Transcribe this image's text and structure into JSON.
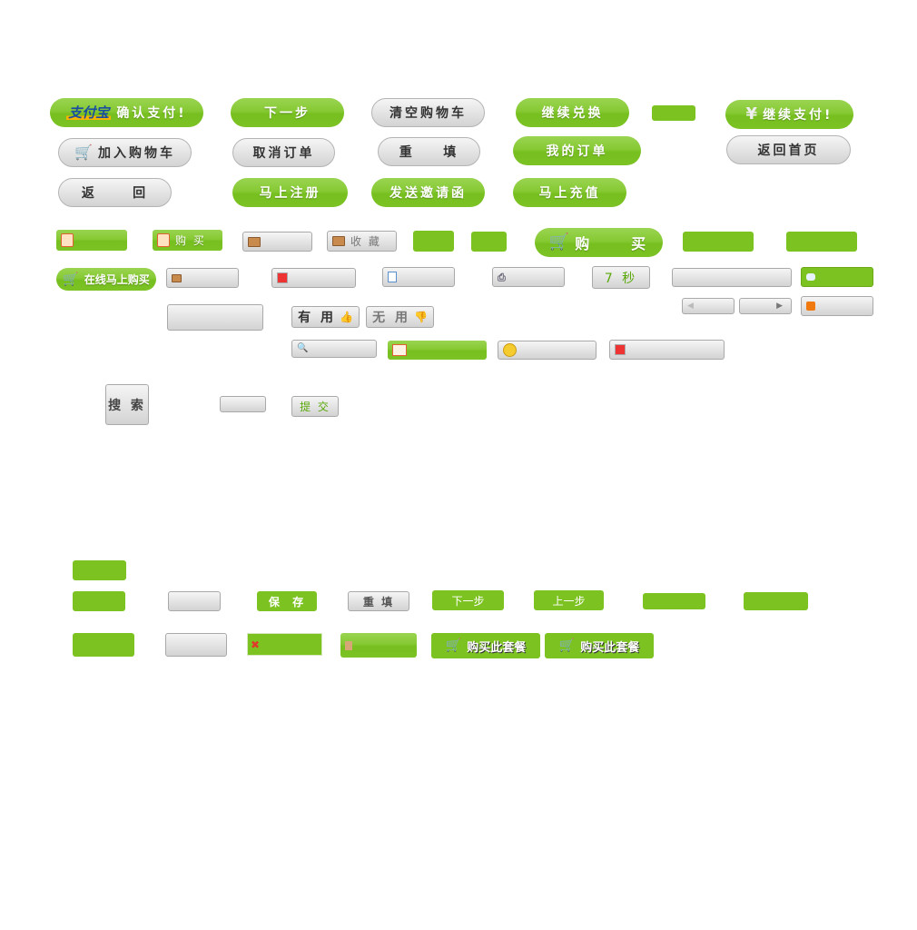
{
  "buttons": {
    "confirm_pay": "确认支付!",
    "alipay_logo": "支付宝",
    "next_step": "下一步",
    "clear_cart": "清空购物车",
    "continue_exchange": "继续兑换",
    "yen_symbol": "¥",
    "continue_pay": "继续支付!",
    "add_to_cart": "加入购物车",
    "cancel_order": "取消订单",
    "refill": "重    填",
    "my_orders": "我的订单",
    "back_home": "返回首页",
    "back": "返     回",
    "register_now": "马上注册",
    "send_invite": "发送邀请函",
    "recharge_now": "马上充值",
    "buy_small": "购 买",
    "favorite": "收 藏",
    "buy_large": "购     买",
    "buy_online_now": "在线马上购买",
    "seconds": "7 秒",
    "useful": "有 用",
    "useless": "无 用",
    "search": "搜 索",
    "submit": "提 交",
    "save": "保  存",
    "refill_small": "重 填",
    "next_step_small": "下一步",
    "prev_step": "上一步",
    "buy_package": "购买此套餐"
  },
  "icons": [
    "alipay-logo",
    "cart-icon",
    "bag-icon",
    "briefcase-icon",
    "edit-icon",
    "document-icon",
    "printer-icon",
    "comment-icon",
    "thumbs-up-icon",
    "thumbs-down-icon",
    "arrow-left-icon",
    "arrow-right-icon",
    "rss-icon",
    "search-icon",
    "mail-icon",
    "smile-icon",
    "close-icon",
    "box-icon"
  ],
  "colors": {
    "green": "#7cc321",
    "gray": "#d3d3d3"
  }
}
